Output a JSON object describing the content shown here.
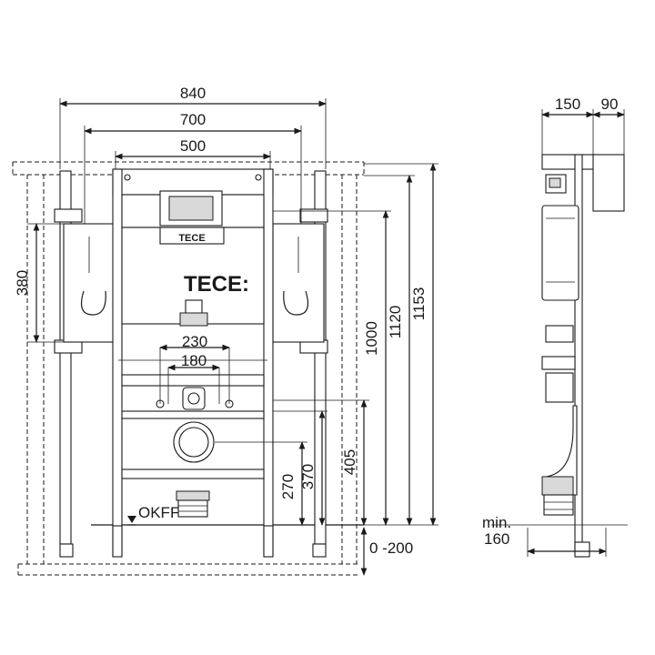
{
  "brand": {
    "logo_text": "TECE:",
    "label_plate_text": "TECE"
  },
  "front_view": {
    "top_dimensions": [
      "840",
      "700",
      "500"
    ],
    "inner_dimensions": [
      "230",
      "180"
    ],
    "left_dimension": "380",
    "right_dimensions": [
      "1000",
      "1120",
      "1153"
    ],
    "lower_dimensions": [
      "270",
      "370",
      "405"
    ],
    "floor_adjust": "0 -200",
    "floor_label": "OKFF"
  },
  "side_view": {
    "top_dimensions": [
      "150",
      "90"
    ],
    "min_label": "min.",
    "min_value": "160"
  }
}
